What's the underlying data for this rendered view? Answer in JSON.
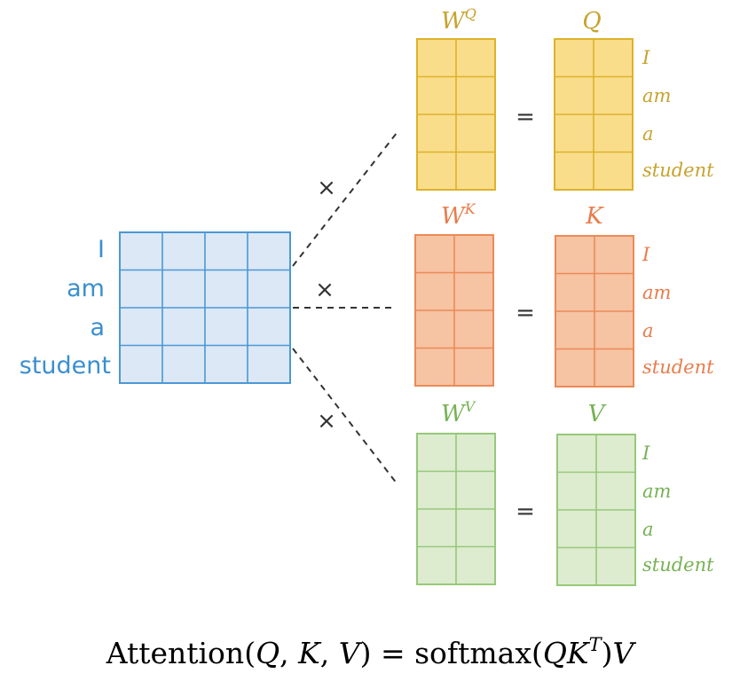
{
  "input": {
    "words": [
      "I",
      "am",
      "a",
      "student"
    ],
    "fill": "#dce8f5",
    "stroke": "#4b98d6",
    "text_color": "#3a8fd0"
  },
  "operators": {
    "times": "×",
    "equals": "="
  },
  "projections": [
    {
      "id": "q",
      "weight_base": "W",
      "weight_sup": "Q",
      "result": "Q",
      "row_labels": [
        "I",
        "am",
        "a",
        "student"
      ],
      "fill": "#f9dd8a",
      "stroke": "#ddb22c",
      "text_color": "#c7a22d"
    },
    {
      "id": "k",
      "weight_base": "W",
      "weight_sup": "K",
      "result": "K",
      "row_labels": [
        "I",
        "am",
        "a",
        "student"
      ],
      "fill": "#f6c3a3",
      "stroke": "#ec8a57",
      "text_color": "#e87c4c"
    },
    {
      "id": "v",
      "weight_base": "W",
      "weight_sup": "V",
      "result": "V",
      "row_labels": [
        "I",
        "am",
        "a",
        "student"
      ],
      "fill": "#ddeccf",
      "stroke": "#97c87a",
      "text_color": "#76b254"
    }
  ],
  "formula": {
    "fn": "Attention",
    "open": "(",
    "args": [
      "Q",
      ", ",
      "K",
      ", ",
      "V"
    ],
    "close": ")",
    "eq": " = ",
    "softmax": "softmax",
    "inner_open": "(",
    "inner_a": "Q",
    "inner_b": "K",
    "inner_sup": "T",
    "inner_close": ")",
    "tail": "V"
  }
}
